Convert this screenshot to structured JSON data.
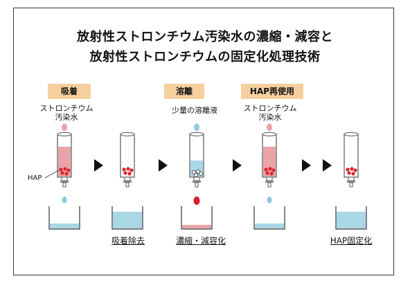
{
  "title_line1": "放射性ストロンチウム汚染水の濃縮・減容と",
  "title_line2": "放射性ストロンチウムの固定化処理技術",
  "stages": {
    "adsorb": "吸着",
    "elute": "溶離",
    "reuse": "HAP再使用"
  },
  "inputs": {
    "contaminated_water_1": "ストロンチウム\n汚染水",
    "eluent": "少量の溶離液",
    "contaminated_water_2": "ストロンチウム\n汚染水"
  },
  "hap_label": "HAP",
  "captions": {
    "after_adsorption": "吸着除去",
    "concentration": "濃縮・減容化",
    "fixation": "HAP固定化"
  },
  "colors": {
    "badge": "#f6cf9e",
    "contaminated": "#e8a4a8",
    "clean_water": "#a9d7e6",
    "eluent": "#8fc9e0",
    "concentrate": "#d91e2a",
    "hap_bead": "#e0262f"
  }
}
